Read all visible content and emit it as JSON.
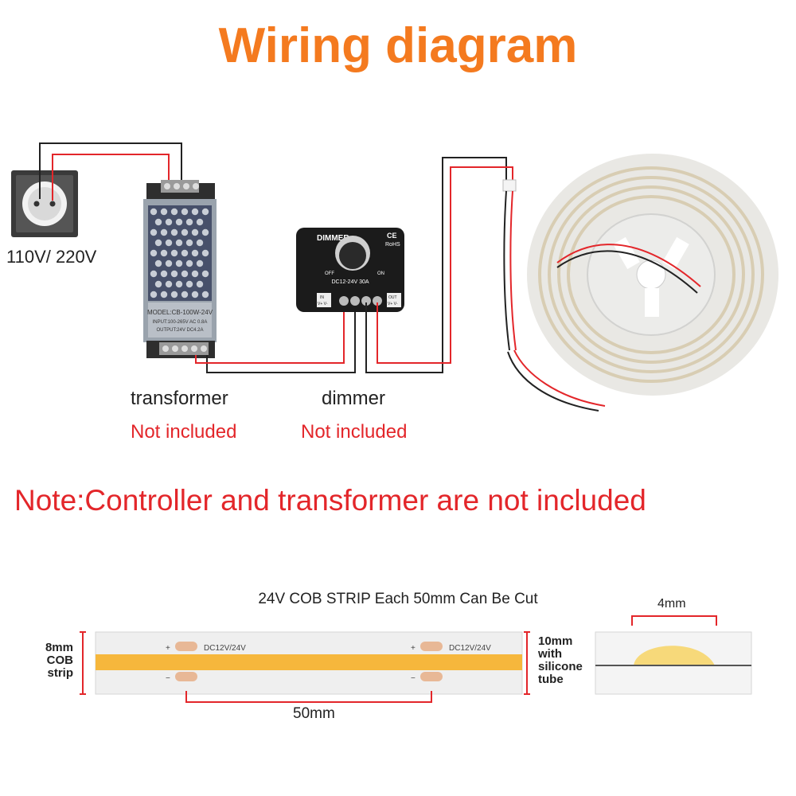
{
  "title": "Wiring diagram",
  "socket": {
    "voltage_label": "110V/ 220V"
  },
  "transformer": {
    "name": "transformer",
    "note": "Not included",
    "model_text": "MODEL:CB-100W-24V",
    "input_text": "INPUT:100-265V AC 0.8A",
    "output_text": "OUTPUT:24V DC4.2A"
  },
  "dimmer": {
    "name": "dimmer",
    "note": "Not included",
    "brand_text": "DIMMER",
    "ce_text": "CE",
    "rohs_text": "RoHS",
    "off_text": "OFF",
    "on_text": "ON",
    "rating_text": "DC12-24V  30A",
    "in_text": "IN",
    "out_text": "OUT",
    "pol_in": "V+ V-",
    "pol_out": "V+ V-"
  },
  "note": "Note:Controller and transformer are not included",
  "strip": {
    "caption": "24V COB STRIP Each 50mm Can Be Cut",
    "left_label": [
      "8mm",
      "COB",
      "strip"
    ],
    "right_label": [
      "10mm",
      "with",
      "silicone",
      "tube"
    ],
    "pad_label": "DC12V/24V",
    "plus": "+",
    "minus": "−",
    "cut_length": "50mm",
    "cross_width": "4mm"
  },
  "colors": {
    "title": "#f47a1f",
    "note_red": "#e3262a",
    "wire_red": "#e3262a",
    "wire_black": "#222222",
    "led_yellow": "#f6b73c"
  }
}
